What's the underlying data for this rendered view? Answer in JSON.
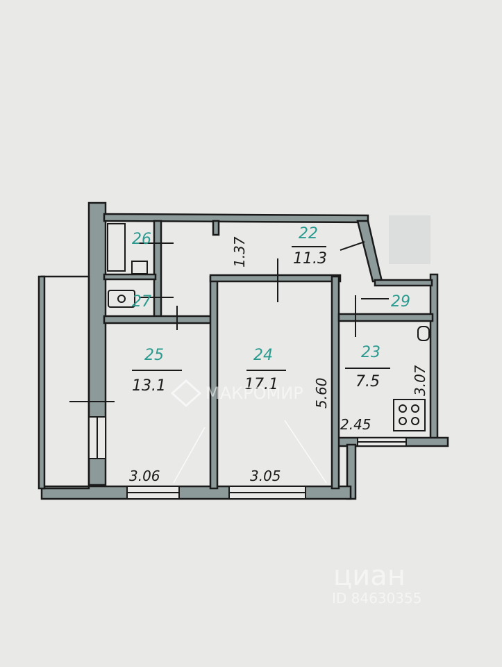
{
  "rooms": [
    {
      "id": "26"
    },
    {
      "id": "27"
    },
    {
      "id": "22",
      "area": "11.3"
    },
    {
      "id": "29"
    },
    {
      "id": "25",
      "area": "13.1"
    },
    {
      "id": "24",
      "area": "17.1"
    },
    {
      "id": "23",
      "area": "7.5"
    }
  ],
  "dimensions": {
    "corridor_width": "1.37",
    "living_length": "5.60",
    "kitchen_length": "3.07",
    "kitchen_width": "2.45",
    "bedroom_width": "3.06",
    "living_width": "3.05"
  },
  "watermarks": {
    "agency": "МАКРОМИР",
    "portal": "циан",
    "listing_id": "ID 84630355"
  },
  "colors": {
    "wall": "#8c9a9a",
    "ink": "#1a1a1a",
    "room_id": "#2a9a8f",
    "paper": "#e9eae8"
  }
}
